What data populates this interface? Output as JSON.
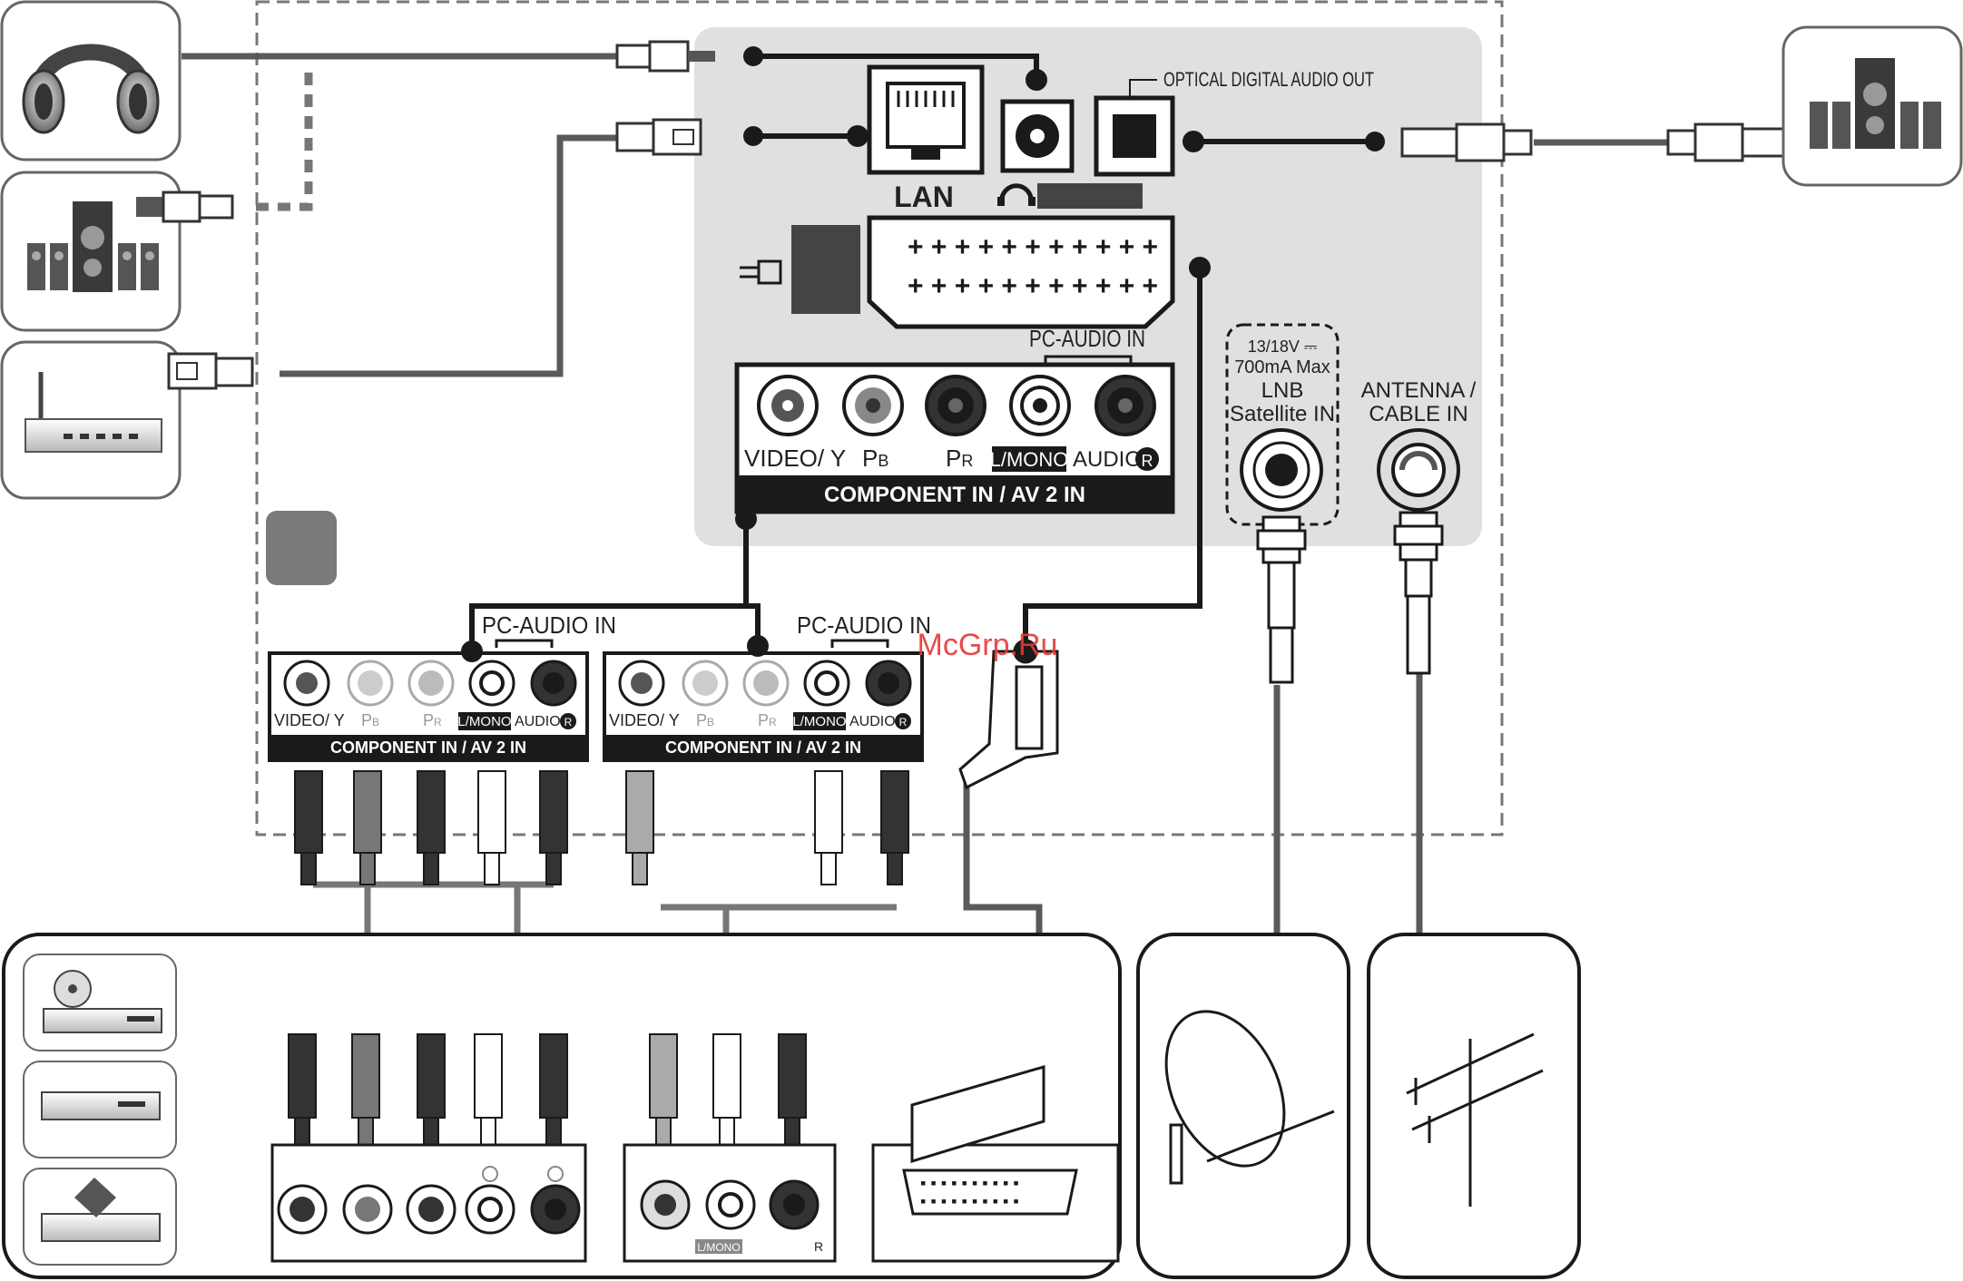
{
  "labels": {
    "optical_out": "OPTICAL DIGITAL AUDIO OUT",
    "lan": "LAN",
    "pc_audio_in": "PC-AUDIO IN",
    "lnb_line1": "13/18V ⎓",
    "lnb_line2": "700mA Max",
    "lnb_line3": "LNB",
    "lnb_line4": "Satellite IN",
    "antenna_line1": "ANTENNA /",
    "antenna_line2": "CABLE IN",
    "video_y": "VIDEO/ Y",
    "pb": "P",
    "pb_sub": "B",
    "pr": "P",
    "pr_sub": "R",
    "l_mono": "L/MONO",
    "audio": "AUDIO",
    "r": "R",
    "component_in": "COMPONENT IN / AV 2 IN",
    "watermark": "McGrp.Ru"
  },
  "devices": {
    "left": [
      "headphones-icon",
      "home-theater-icon",
      "router-icon"
    ],
    "right": [
      "speaker-system-icon"
    ],
    "sources": [
      "dvd-player-icon",
      "set-top-box-icon",
      "game-console-icon"
    ],
    "receivers": [
      "satellite-dish-icon",
      "antenna-icon"
    ]
  },
  "colors": {
    "panel": "#e0e0e0",
    "cable": "#5a5a5a",
    "dark": "#1a1a1a",
    "watermark": "#e53935"
  }
}
